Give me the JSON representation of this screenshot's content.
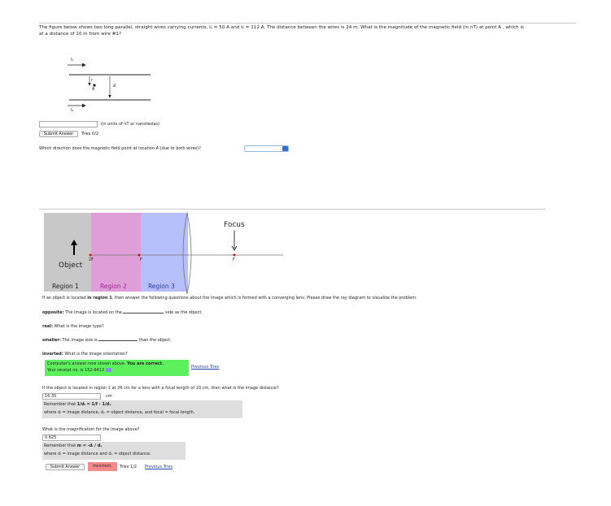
{
  "q1": {
    "text_line1": "The figure below shows two long parallel, straight wires carrying currents, I₁ = 50 A and I₂ = 112 A. The distance between the wires is 24 m. What is the magnitude of the magnetic field (in nT) at point A , which is",
    "text_line2": "at a distance of 10 m from wire #1?",
    "fig_i1": "I₁",
    "fig_i2": "I₂",
    "fig_r": "r",
    "fig_a": "A",
    "fig_d": "d",
    "units_note": "(in units of nT or nanoteslas)",
    "submit": "Submit Answer",
    "tries": "Tries 0/2",
    "direction_q": "Which direction does the magnetic field point at location A (due to both wires)?",
    "direction_value": ""
  },
  "lens_fig": {
    "focus": "Focus",
    "label_2f": "2F",
    "label_f": "F",
    "object": "Object",
    "region1": "Region 1",
    "region2": "Region 2",
    "region3": "Region 3"
  },
  "q2": {
    "intro_prefix": "If an object is located ",
    "intro_bold": "in region 1",
    "intro_suffix": ", then answer the following questions about the image which is formed with a converging lens. Please draw the ray diagram to visualize the problem.",
    "opposite_label": "opposite:",
    "opposite_text": "The image is located on the",
    "opposite_after": "side as the object.",
    "real_label": "real:",
    "real_text": "What is the image type?",
    "smaller_label": "smaller:",
    "smaller_text": "The image size is",
    "smaller_after": "than the object.",
    "inverted_label": "inverted:",
    "inverted_text": "What is the image orientation?",
    "correct_line1a": "Computer's answer now shown above. ",
    "correct_line1b": "You are correct.",
    "correct_line2": "Your receipt no. is 152-6412",
    "previous_tries": "Previous Tries"
  },
  "q3": {
    "question": "If the object is located in region 1 at 26 cm for a lens with a focal length of 10 cm, then what is the image distance?",
    "answer": "16.35",
    "unit": "cm",
    "hint1a": "Remember that ",
    "hint1b": "1/dᵢ = 1/f - 1/dₒ",
    "hint2": "where dᵢ = image distance, dₒ = object distance, and focal = focal length."
  },
  "q4": {
    "question": "What is the magnification for the image above?",
    "answer": "0.625",
    "hint1a": "Remember that ",
    "hint1b": "m = -dᵢ / dₒ",
    "hint2": "where dᵢ = image distance and dₒ = object distance.",
    "submit": "Submit Answer",
    "status": "Incorrect.",
    "tries": "Tries 1/2",
    "previous_tries": "Previous Tries"
  },
  "colors": {
    "region1": "#c8c8c8",
    "region2": "#df9ed8",
    "region3": "#b7bffa",
    "correct_bg": "#5df05d",
    "incorrect_bg": "#f58a8a",
    "object_arrow": "#000000",
    "focus_dot": "#b02020"
  }
}
